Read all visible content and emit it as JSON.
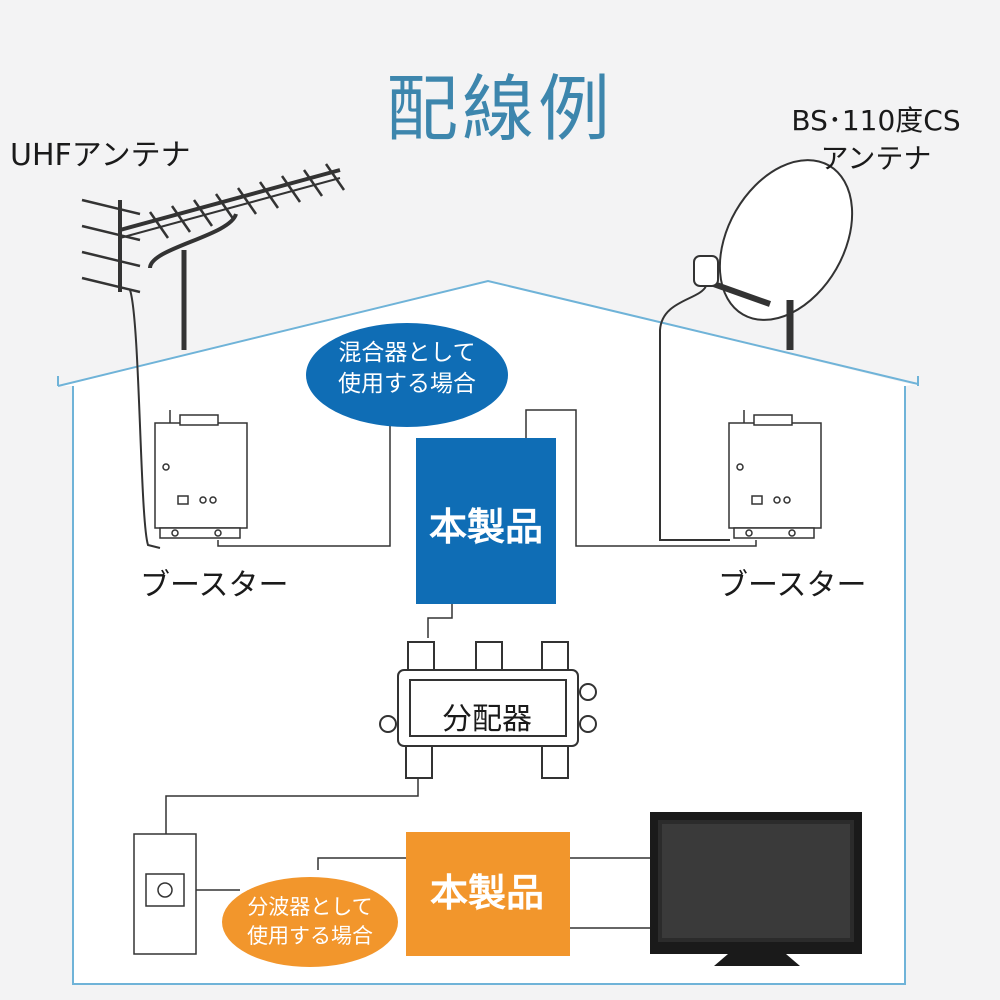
{
  "title": "配線例",
  "antennas": {
    "uhf_label": "UHFアンテナ",
    "bs_label_line1": "BS･110度CS",
    "bs_label_line2": "アンテナ"
  },
  "boosters": {
    "left_label": "ブースター",
    "right_label": "ブースター"
  },
  "product": {
    "top_label": "本製品",
    "bottom_label": "本製品"
  },
  "splitter": {
    "label": "分配器"
  },
  "callouts": {
    "mixer_line1": "混合器として",
    "mixer_line2": "使用する場合",
    "demux_line1": "分波器として",
    "demux_line2": "使用する場合"
  },
  "colors": {
    "title": "#3d86ad",
    "product_top": "#0f6db5",
    "product_bottom": "#f2962c",
    "house_outline": "#6fb3d8",
    "house_fill": "#ffffff",
    "background": "#f3f3f4"
  },
  "icons": [
    "uhf-antenna-icon",
    "satellite-dish-icon",
    "booster-icon",
    "splitter-icon",
    "wall-outlet-icon",
    "tv-icon"
  ]
}
